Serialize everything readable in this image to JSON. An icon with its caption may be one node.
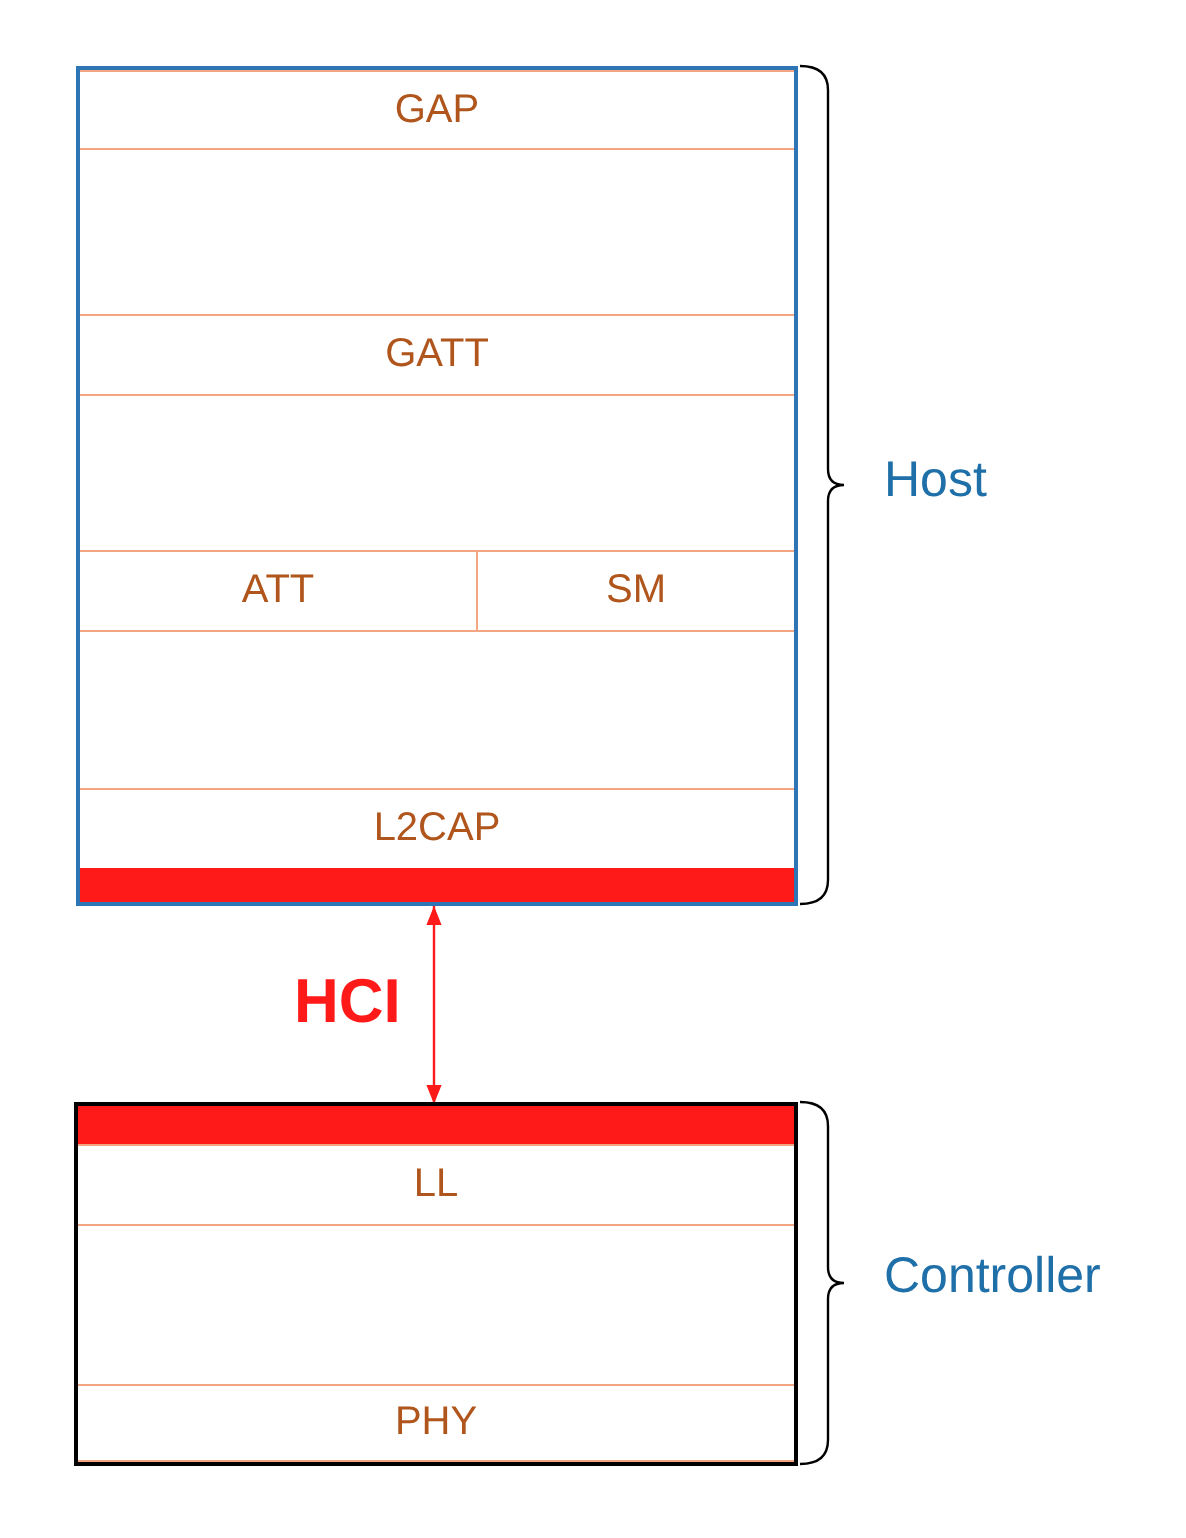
{
  "diagram": {
    "nodes": [
      {
        "text": [],
        "shape": "box",
        "beside": [
          "Host"
        ]
      },
      {
        "text": [
          "GAP"
        ],
        "in": 0
      },
      {
        "text": [
          "GATT"
        ],
        "in": 0
      },
      {
        "text": [
          "ATT"
        ],
        "in": 0
      },
      {
        "text": [
          "SM"
        ],
        "in": 0
      },
      {
        "text": [
          "L2CAP"
        ],
        "in": 0
      },
      {
        "text": [],
        "shape": "bar",
        "in": 0
      },
      {
        "text": [],
        "shape": "box",
        "beside": [
          "Controller"
        ]
      },
      {
        "text": [],
        "shape": "bar",
        "in": 7
      },
      {
        "text": [
          "LL"
        ],
        "in": 7
      },
      {
        "text": [
          "PHY"
        ],
        "in": 7
      }
    ],
    "edges": [
      {
        "from": 6,
        "to": 8,
        "arrow": "both",
        "label": "HCI",
        "color": "#ff1a1a"
      }
    ]
  }
}
